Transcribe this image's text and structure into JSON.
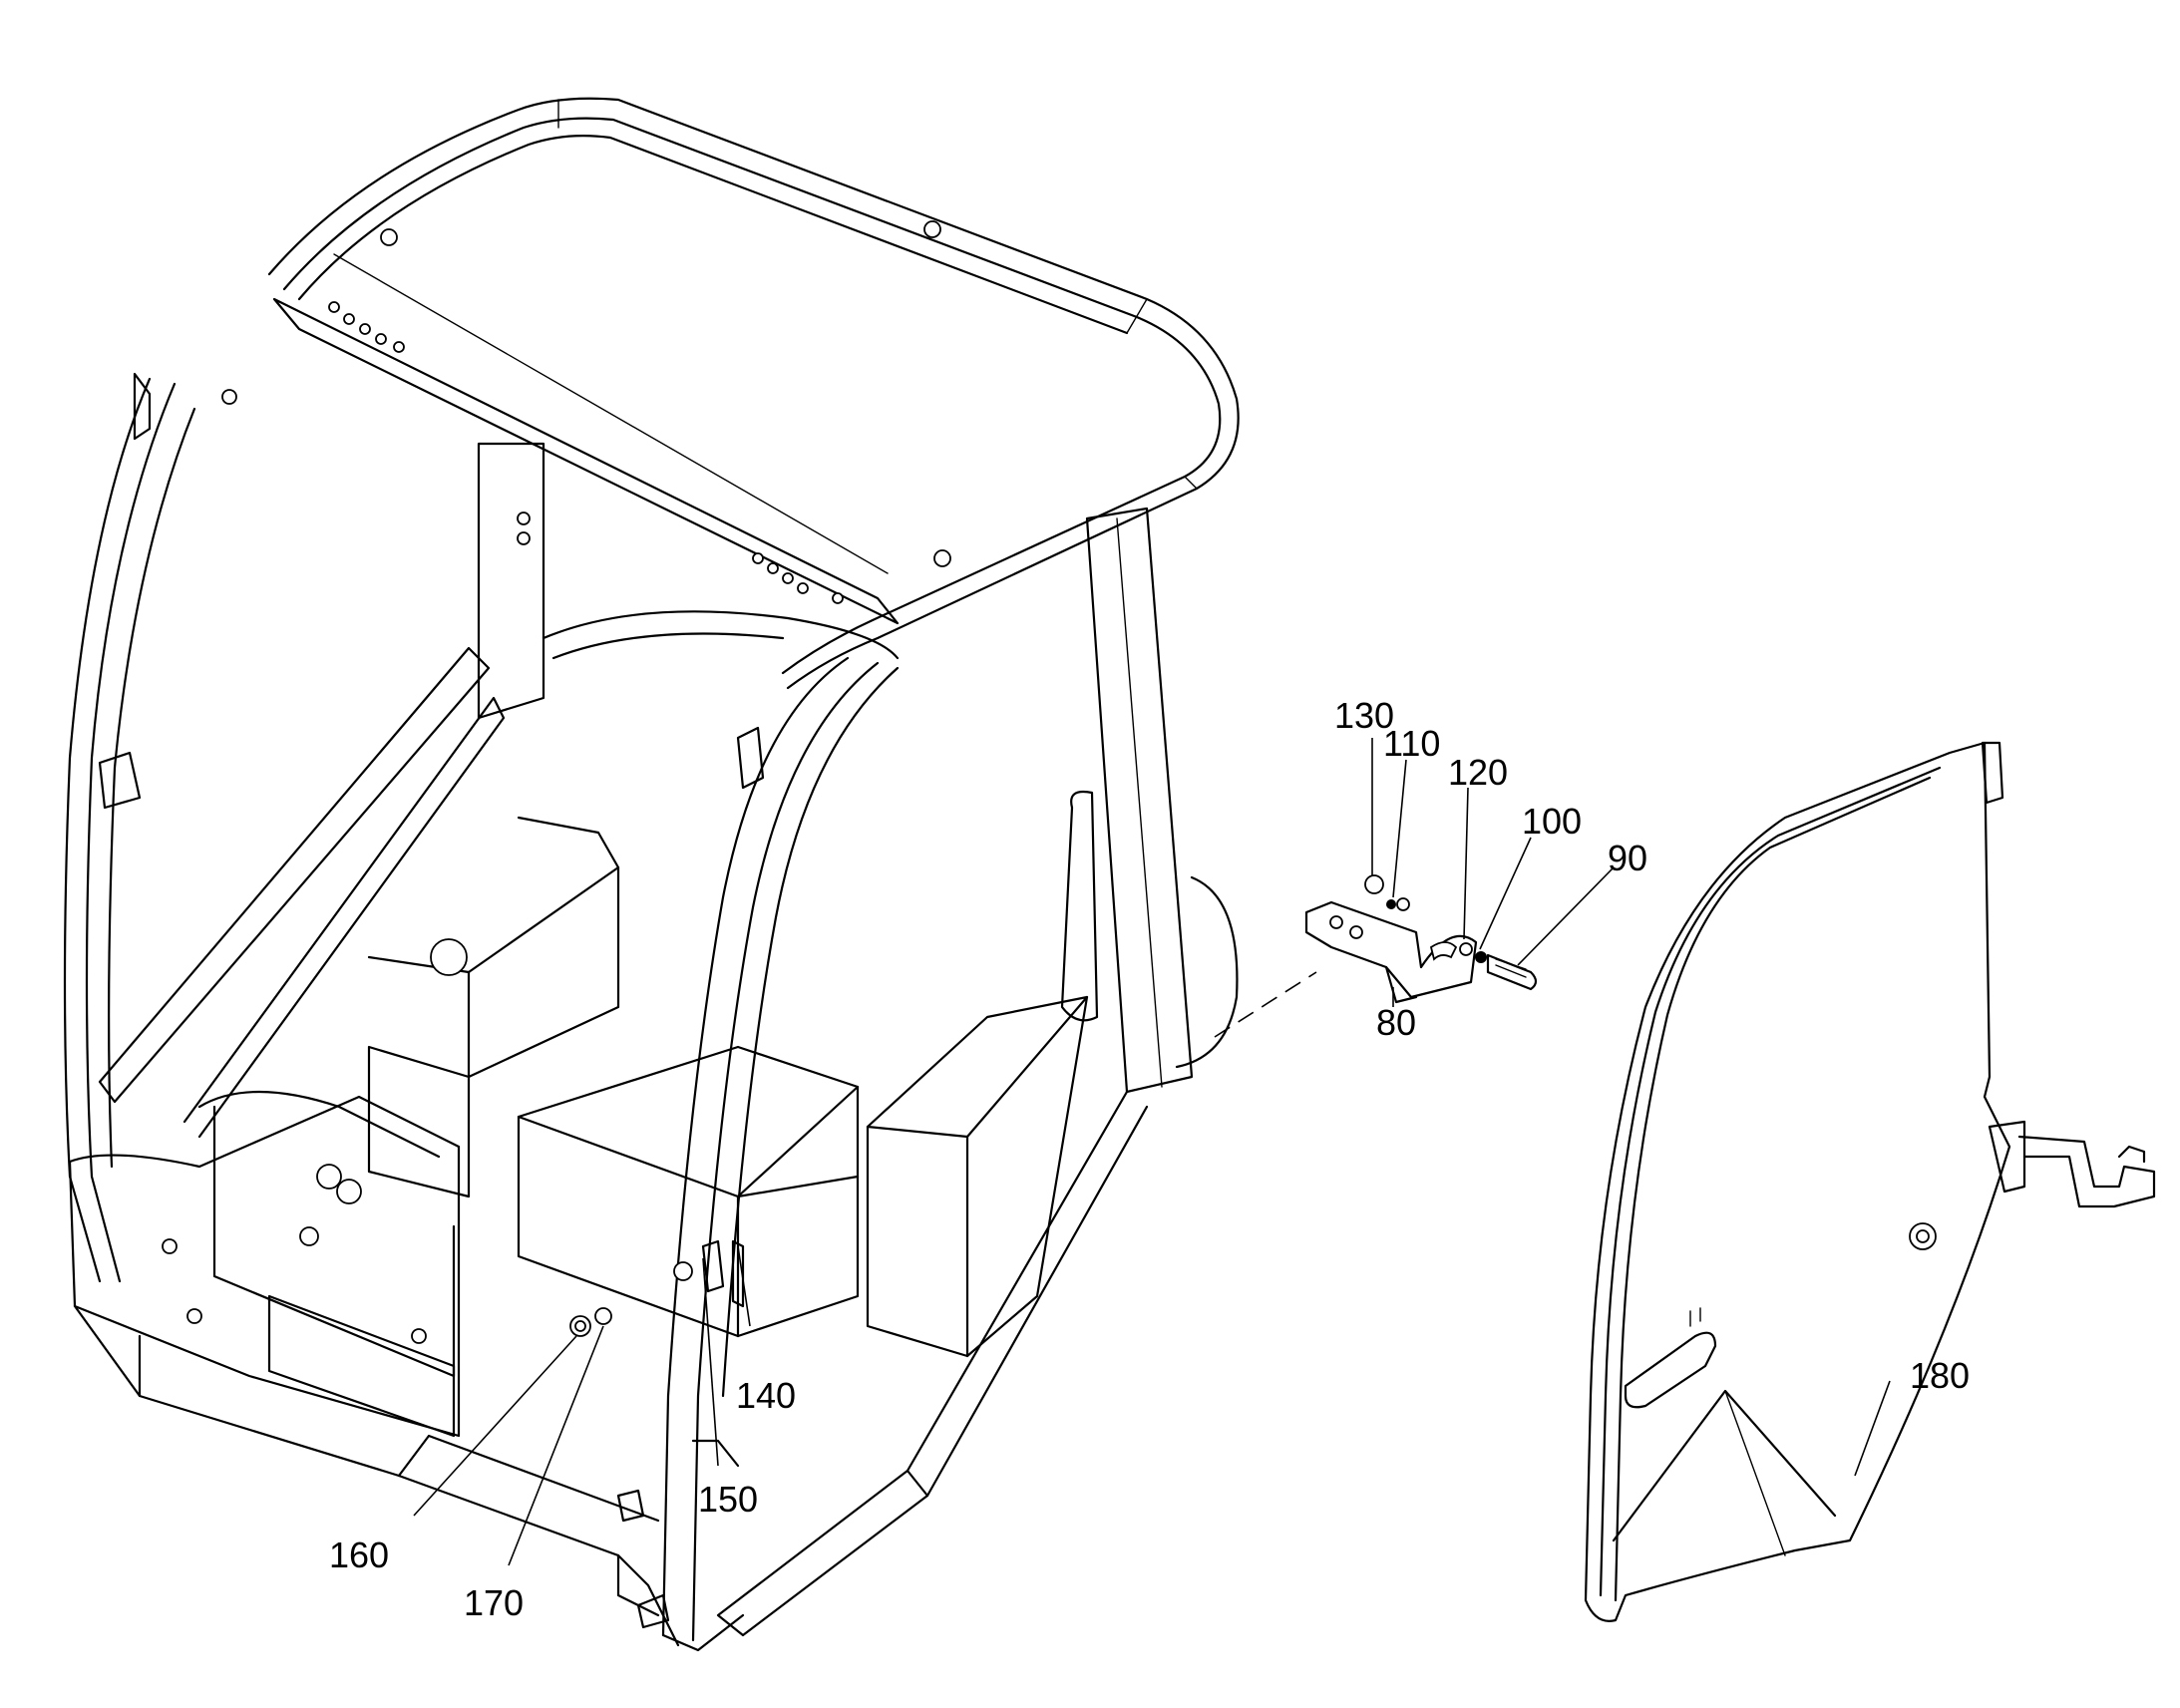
{
  "callouts": [
    {
      "id": "c80",
      "label": "80"
    },
    {
      "id": "c90",
      "label": "90"
    },
    {
      "id": "c100",
      "label": "100"
    },
    {
      "id": "c110",
      "label": "110"
    },
    {
      "id": "c120",
      "label": "120"
    },
    {
      "id": "c130",
      "label": "130"
    },
    {
      "id": "c140",
      "label": "140"
    },
    {
      "id": "c150",
      "label": "150"
    },
    {
      "id": "c160",
      "label": "160"
    },
    {
      "id": "c170",
      "label": "170"
    },
    {
      "id": "c180",
      "label": "180"
    }
  ]
}
